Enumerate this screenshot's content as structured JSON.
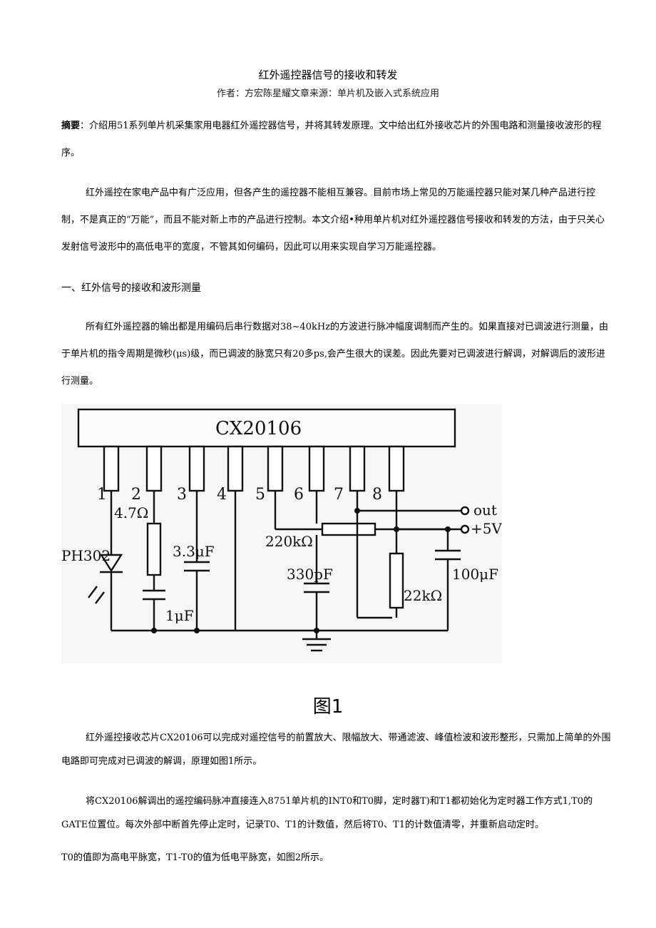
{
  "document": {
    "title": "红外遥控器信号的接收和转发",
    "byline": "作者：方宏陈星耀文章来源：单片机及嵌入式系统应用",
    "abstract_label": "摘要",
    "abstract_text": "：介绍用51系列单片机采集家用电器红外遥控器信号，并将其转发原理。文中给出红外接收芯片的外围电路和测量接收波形的程序。",
    "intro": "红外遥控在家电产品中有广泛应用，但各产生的遥控器不能相互兼容。目前市场上常见的万能遥控器只能对某几种产品进行控制，不是真正的“万能”，而且不能对新上市的产品进行控制。本文介绍•种用单片机对红外遥控器信号接收和转发的方法，由于只关心发射信号波形中的高低电平的宽度，不管其如何编码，因此可以用来实现自学习万能遥控器。",
    "section1_heading": "一、红外信号的接收和波形测量",
    "section1_para": "所有红外遥控器的输出都是用编码后串行数据对38~40kHz的方波进行脉冲幅度调制而产生的。如果直接对已调波进行测量，由于单片机的指令周期是微秒(μs)级，而已调波的脉宽只有20多ps,会产生很大的误差。因此先要对已调波进行解调，对解调后的波形进行测量。",
    "figure_caption": "图1",
    "para_after1": "红外遥控接收芯片CX20106可以完成对遥控信号的前置放大、限幅放大、带通滤波、峰值检波和波形整形，只需加上简单的外围电路即可完成对已调波的解调，原理如图1所示。",
    "para_after2": "将CX20106解调出的遥控编码脉冲直接连入8751单片机的INT0和T0脚，定时器T)和T1都初始化为定时器工作方式1,T0的GATE位置位。每次外部中断首先停止定时，记录T0、T1的计数值，然后将T0、T1的计数值清零，并重新启动定时。",
    "para_after3": "T0的值即为高电平脉宽，T1-T0的值为低电平脉宽，如图2所示。"
  },
  "circuit": {
    "chip_label": "CX20106",
    "pins": [
      "1",
      "2",
      "3",
      "4",
      "5",
      "6",
      "7",
      "8"
    ],
    "labels": {
      "r_pin2": "4.7Ω",
      "c_pin3": "3.3μF",
      "pd": "PH302",
      "c_pin2": "1μF",
      "r_pin5": "220kΩ",
      "c_pin6": "330pF",
      "r_pin7": "22kΩ",
      "c_supply": "100μF",
      "out": "out",
      "vcc": "+5V"
    }
  }
}
